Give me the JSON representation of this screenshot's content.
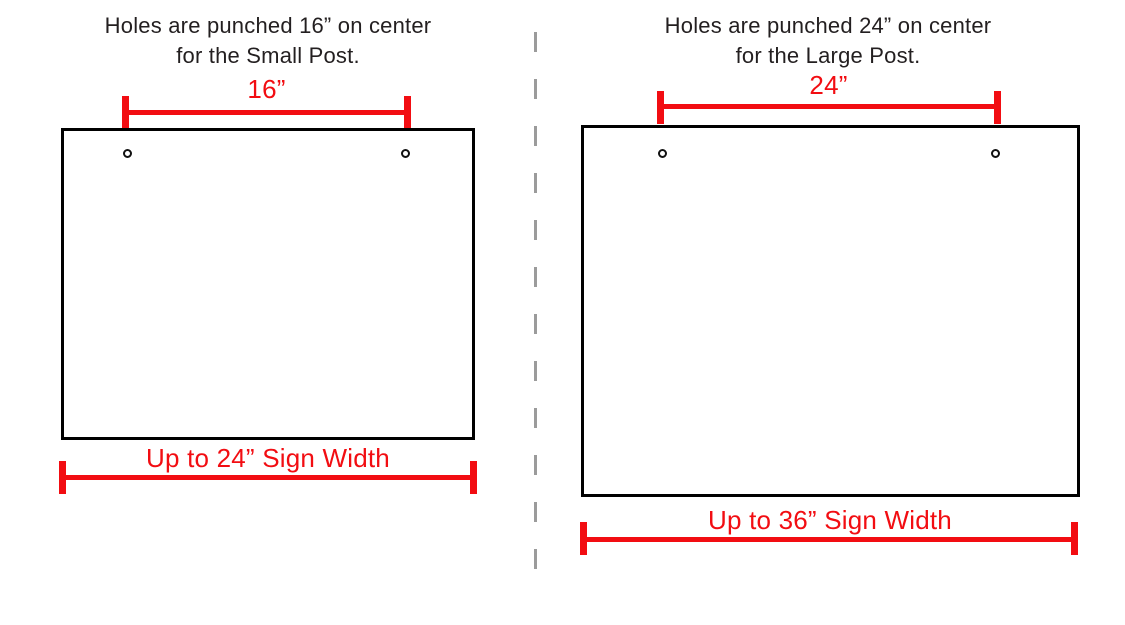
{
  "diagram": {
    "description": "Sign hole-punch spacing diagram for small and large posts",
    "colors": {
      "dimension_red": "#f20d12",
      "text_black": "#231f20",
      "outline_black": "#000000",
      "divider_gray": "#9b9b9b"
    },
    "panels": [
      {
        "id": "small-post",
        "title_line1": "Holes are punched 16” on center",
        "title_line2": "for the Small Post.",
        "hole_spacing": "16”",
        "max_sign_width": "Up to 24” Sign Width",
        "hole_count": 2
      },
      {
        "id": "large-post",
        "title_line1": "Holes are punched 24” on center",
        "title_line2": "for the Large Post.",
        "hole_spacing": "24”",
        "max_sign_width": "Up to 36” Sign Width",
        "hole_count": 2
      }
    ]
  }
}
